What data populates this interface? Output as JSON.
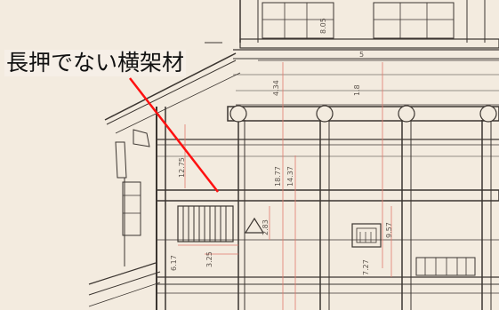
{
  "annotation": {
    "label": "長押でない横架材",
    "line_color": "#ff1010"
  },
  "dimensions": {
    "d1": "8.05",
    "d2": "5",
    "d3": "4.34",
    "d4": "1.8",
    "d5": "12.75",
    "d6": "18.77",
    "d7": "14.37",
    "d8": "2.83",
    "d9": "9.57",
    "d10": "6.17",
    "d11": "3.25",
    "d12": "7.27"
  },
  "colors": {
    "paper": "#f3ebdf",
    "ink": "#3b3530",
    "red_dim": "#e07a6c"
  }
}
